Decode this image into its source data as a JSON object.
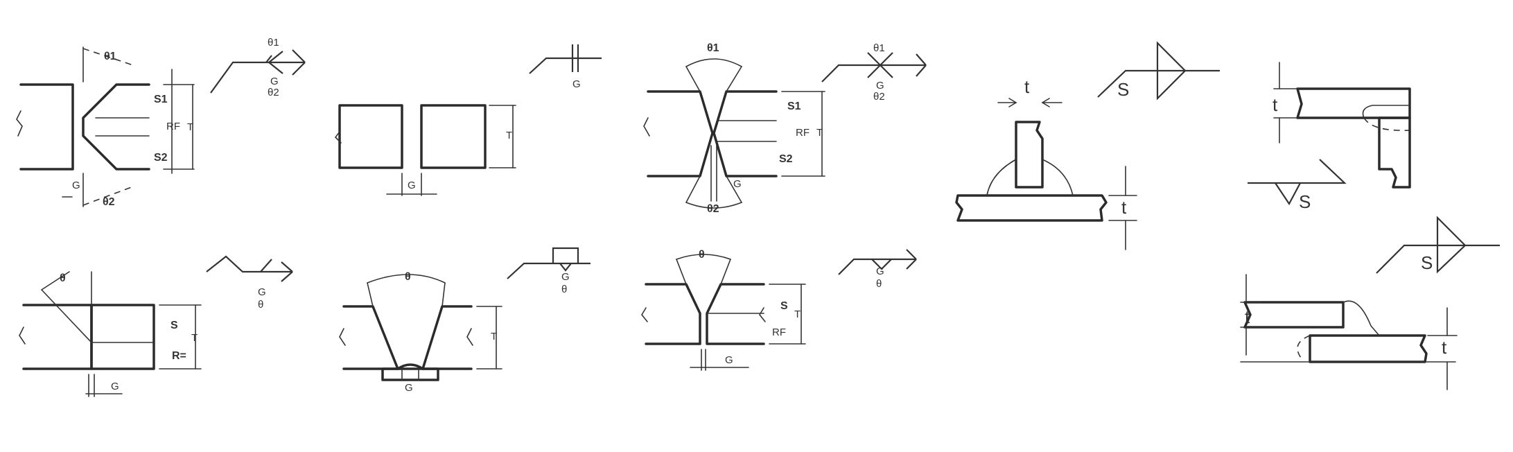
{
  "labels": {
    "theta1": "θ1",
    "theta2": "θ2",
    "theta": "θ",
    "S1": "S1",
    "S2": "S2",
    "S": "S",
    "RF": "RF",
    "T": "T",
    "G": "G",
    "R": "R=",
    "t": "t"
  }
}
